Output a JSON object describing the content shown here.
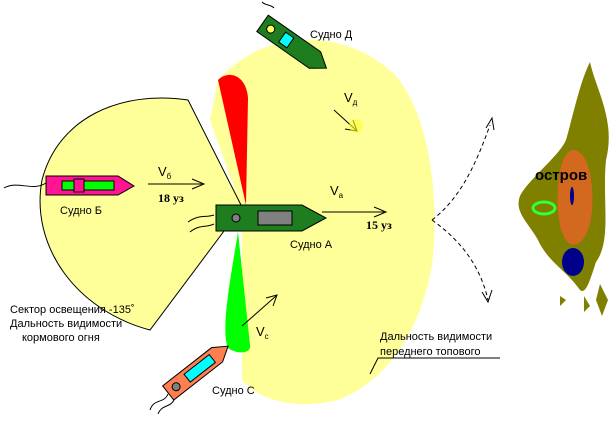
{
  "ships": {
    "a": {
      "name": "Судно  А",
      "velocity_symbol": "V",
      "velocity_subscript": "а",
      "speed": "15 уз"
    },
    "b": {
      "name": "Судно   Б",
      "velocity_symbol": "V",
      "velocity_subscript": "б",
      "speed": "18 уз"
    },
    "c": {
      "name": "Судно   С",
      "velocity_symbol": "V",
      "velocity_subscript": "с"
    },
    "d": {
      "name": "Судно   Д",
      "velocity_symbol": "V",
      "velocity_subscript": "д"
    }
  },
  "annotations": {
    "stern_sector": "Сектор освещения -135˚",
    "stern_range_1": "Дальность видимости",
    "stern_range_2": "кормового   огня",
    "mast_range_1": "Дальность видимости",
    "mast_range_2": "переднего топового"
  },
  "island": {
    "label": "остров"
  },
  "colors": {
    "visibility_zone": "#ffff99",
    "port_light": "#ff0000",
    "starboard_light": "#00ff00",
    "ship_a_hull": "#1e7d1e",
    "ship_b_hull": "#ff1493",
    "ship_c_hull": "#ff7f50",
    "ship_d_hull": "#1e7d1e",
    "island_outer": "#7f7f00",
    "island_inner": "#d2691e",
    "island_lake": "#00008b"
  }
}
